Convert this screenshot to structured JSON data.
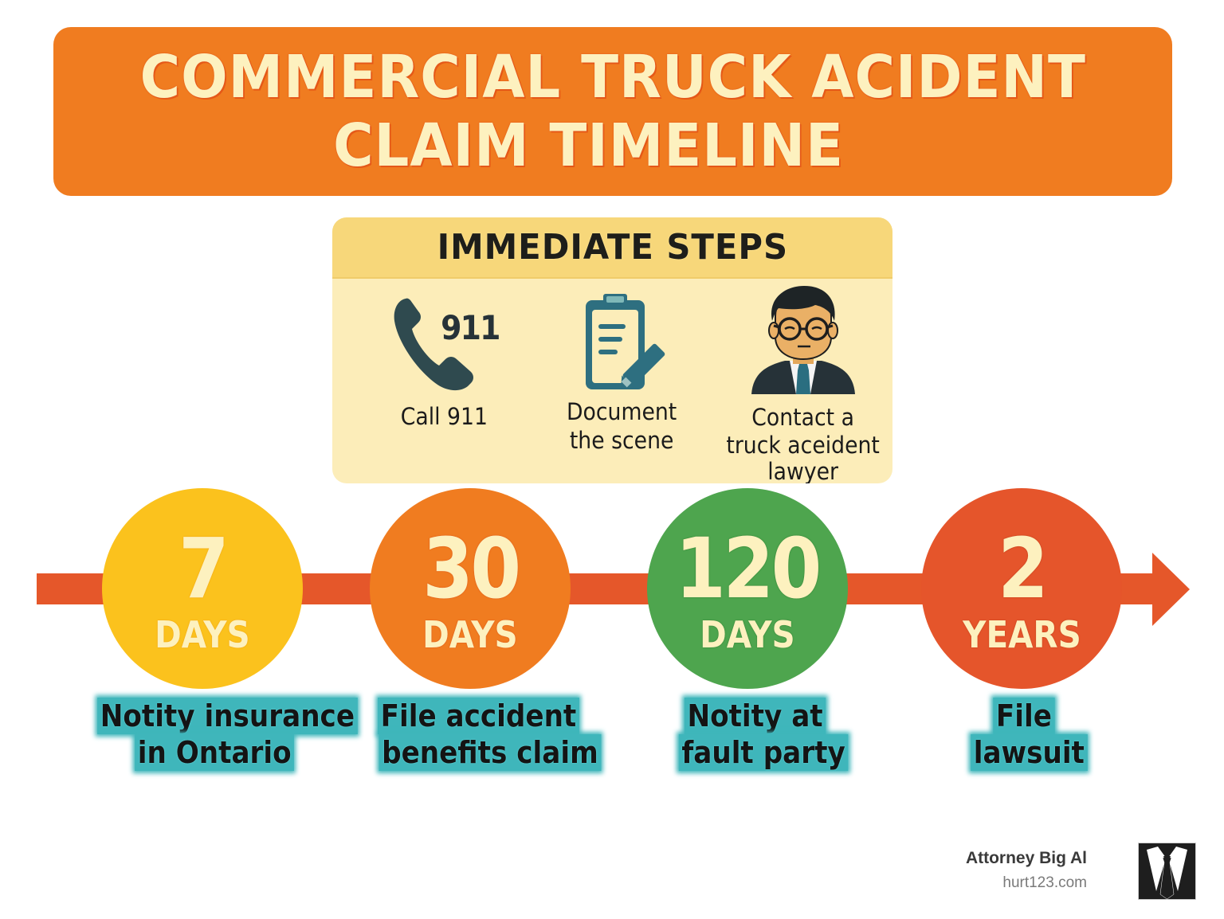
{
  "title": {
    "line1": "COMMERCIAL TRUCK ACIDENT",
    "line2": "CLAIM TIMELINE",
    "background_color": "#f07c20",
    "text_color": "#fdf1bf"
  },
  "immediate_steps": {
    "heading": "IMMEDIATE STEPS",
    "header_color": "#f7d77a",
    "body_color": "#fcedb9",
    "steps": [
      {
        "icon": "phone-icon",
        "icon_text": "911",
        "label_lines": [
          "Call 911"
        ]
      },
      {
        "icon": "clipboard-pencil-icon",
        "label_lines": [
          "Document",
          "the scene"
        ]
      },
      {
        "icon": "lawyer-avatar-icon",
        "label_lines": [
          "Contact a",
          "truck aceident",
          "lawyer"
        ]
      }
    ]
  },
  "timeline": {
    "bar_color": "#e5572a",
    "milestones": [
      {
        "value": "7",
        "unit": "DAYS",
        "color": "#fbc21d",
        "caption_lines": [
          "Notity insurance",
          "in Ontario"
        ]
      },
      {
        "value": "30",
        "unit": "DAYS",
        "color": "#f07c20",
        "caption_lines": [
          "File accident",
          "benefits claim"
        ]
      },
      {
        "value": "120",
        "unit": "DAYS",
        "color": "#4ea54e",
        "caption_lines": [
          "Notity at",
          "fault party"
        ]
      },
      {
        "value": "2",
        "unit": "YEARS",
        "color": "#e5552b",
        "caption_lines": [
          "File",
          "lawsuit"
        ]
      }
    ],
    "caption_highlight_color": "#3fb6bb"
  },
  "brand": {
    "name": "Attorney Big Al",
    "url": "hurt123.com",
    "logo_icon": "suit-tie-icon"
  }
}
